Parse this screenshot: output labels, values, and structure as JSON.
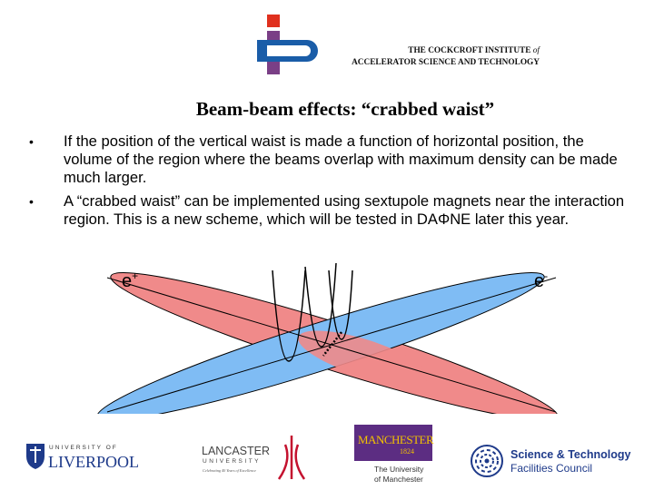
{
  "header": {
    "logo_icon": "cockcroft-institute-logo",
    "institute_line1": "THE COCKCROFT INSTITUTE",
    "institute_of": "of",
    "institute_line2": "ACCELERATOR SCIENCE AND TECHNOLOGY"
  },
  "slide": {
    "title": "Beam-beam effects: “crabbed waist”",
    "bullets": [
      "If the position of the vertical waist is made a function of horizontal position, the volume of the region where the beams overlap with maximum density can be made much larger.",
      "A “crabbed waist” can be implemented using sextupole magnets near the interaction region.  This is a new scheme, which will be tested in DAΦNE later this year."
    ],
    "bullet_glyph": "•"
  },
  "diagram": {
    "label_left": "e",
    "label_left_sup": "+",
    "label_right": "e",
    "label_right_sup": "-",
    "colors": {
      "beam_red": "#f08a8a",
      "beam_blue": "#7fbcf4",
      "outline": "#000000"
    }
  },
  "footer": {
    "liverpool": {
      "line1": "UNIVERSITY OF",
      "line2": "LIVERPOOL"
    },
    "lancaster": {
      "line1": "LANCASTER",
      "line2": "UNIVERSITY",
      "line3": "Celebrating 40 Years of Excellence"
    },
    "manchester": {
      "name": "MANCHESTER",
      "year": "1824",
      "line1": "The University",
      "line2": "of Manchester"
    },
    "stfc": {
      "line1": "Science & Technology",
      "line2": "Facilities Council"
    }
  }
}
